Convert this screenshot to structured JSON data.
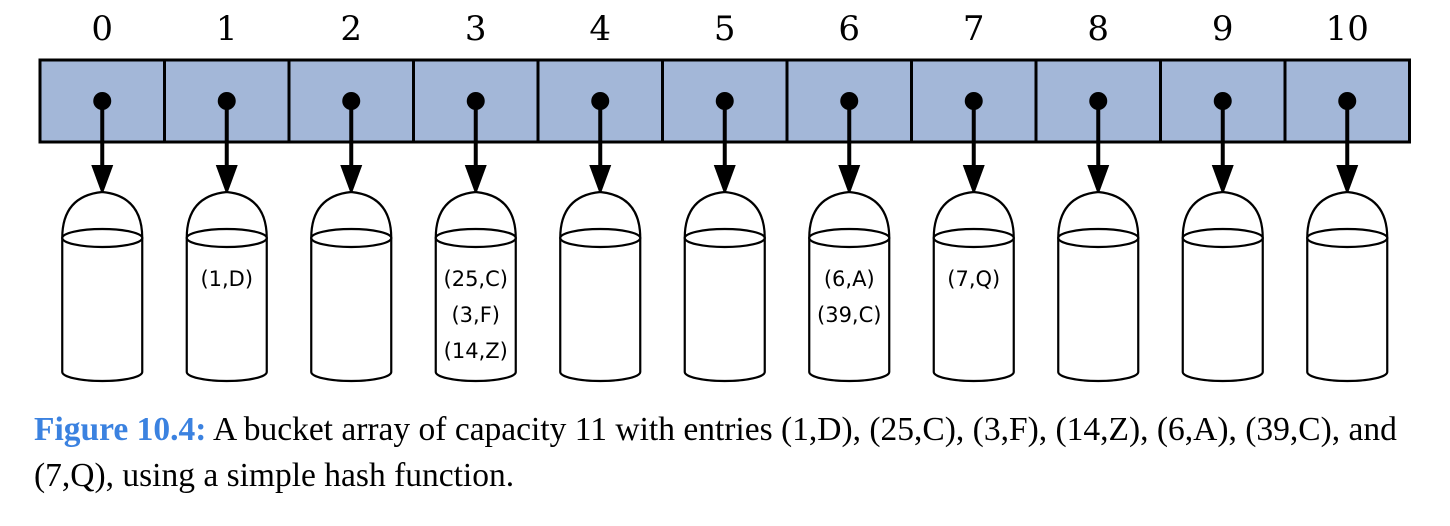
{
  "diagram": {
    "array_color": "#a3b7d8",
    "buckets": [
      {
        "index": "0",
        "entries": []
      },
      {
        "index": "1",
        "entries": [
          "(1,D)"
        ]
      },
      {
        "index": "2",
        "entries": []
      },
      {
        "index": "3",
        "entries": [
          "(25,C)",
          "(3,F)",
          "(14,Z)"
        ]
      },
      {
        "index": "4",
        "entries": []
      },
      {
        "index": "5",
        "entries": []
      },
      {
        "index": "6",
        "entries": [
          "(6,A)",
          "(39,C)"
        ]
      },
      {
        "index": "7",
        "entries": [
          "(7,Q)"
        ]
      },
      {
        "index": "8",
        "entries": []
      },
      {
        "index": "9",
        "entries": []
      },
      {
        "index": "10",
        "entries": []
      }
    ]
  },
  "caption": {
    "label": "Figure 10.4:",
    "text": " A bucket array of capacity 11 with entries (1,D), (25,C), (3,F), (14,Z), (6,A), (39,C), and (7,Q), using a simple hash function.",
    "label_color": "#3b82e0"
  }
}
